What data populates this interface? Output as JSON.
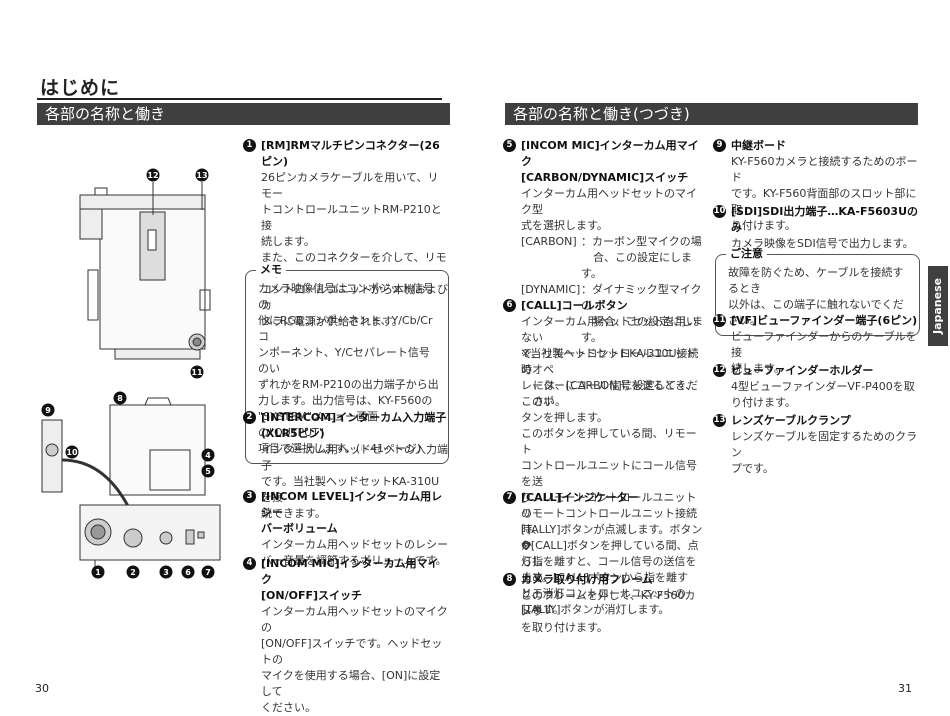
{
  "left": {
    "chapter_title": "はじめに",
    "section_title": "各部の名称と働き",
    "page_number": "30",
    "items": [
      {
        "num": "1",
        "title": "[RM]RMマルチピンコネクター(26ピン)",
        "body": [
          "26ピンカメラケーブルを用いて、リモー",
          "トコントロールユニットRM-P210と接",
          "続します。",
          "また、このコネクターを介して、リモート",
          "コントロールユニットから本機およびカ",
          "メラに電源が供給されます。"
        ]
      },
      {
        "num": "2",
        "title": "[INTERCOM]インターカム入力端子",
        "title2": "(XLR5ピン)",
        "body": [
          "インターカム用ヘッドセットの入力端子",
          "です。当社製ヘッドセットKA-310Uを接",
          "続できます。"
        ]
      },
      {
        "num": "3",
        "title": "[INCOM LEVEL]インターカム用レシー",
        "title2": "バーボリューム",
        "body": [
          "インターカム用ヘッドセットのレシー",
          "バー音量を調節するボリュームです。"
        ]
      },
      {
        "num": "4",
        "title": "[INCOM MIC]インターカム用マイク",
        "title2": "[ON/OFF]スイッチ",
        "body": [
          "インターカム用ヘッドセットのマイクの",
          "[ON/OFF]スイッチです。ヘッドセットの",
          "マイクを使用する場合、[ON]に設定して",
          "ください。"
        ]
      }
    ],
    "memo": {
      "title": "メモ",
      "lines": [
        "カメラ映像信号はコンポジット信号の",
        "他にRGBコンポーネント、Y/Cb/Crコ",
        "ンポーネント、Y/Cセパレート信号のい",
        "ずれかをRM-P210の出力端子から出",
        "力します。出力信号は、KY-F560の",
        "\"SYSTEM\"メニュー画面の\"OUTPUT\"",
        "項目で選択します。(☞41ページ)"
      ]
    },
    "diagram_labels": {
      "top": [
        "12",
        "13",
        "11"
      ],
      "bottom": [
        "9",
        "10",
        "8",
        "4",
        "5",
        "1",
        "2",
        "3",
        "6",
        "7"
      ]
    }
  },
  "right": {
    "section_title": "各部の名称と働き(つづき)",
    "page_number": "31",
    "side_tab": "Japanese",
    "col1": [
      {
        "num": "5",
        "title": "[INCOM MIC]インターカム用マイク",
        "title2": "[CARBON/DYNAMIC]スイッチ",
        "body": [
          "インターカム用ヘッドセットのマイク型",
          "式を選択します。"
        ],
        "options": [
          {
            "key": "[CARBON]",
            "lines": [
              "：カーボン型マイクの場",
              "合、この設定にします。"
            ]
          },
          {
            "key": "[DYNAMIC]",
            "lines": [
              "：ダイナミック型マイクの",
              "場合、この設定にします。"
            ]
          }
        ],
        "note": [
          "※当社製ヘッドセットKA-310U接続時",
          "には、[CARBON]に設定してください。"
        ]
      },
      {
        "num": "6",
        "title": "[CALL]コールボタン",
        "body": [
          "インターカム用ヘッドセットを用いない",
          "で、リモートコントロールユニットのオペ",
          "レーターにコール信号を送るとき、このボ",
          "タンを押します。",
          "このボタンを押している間、リモート",
          "コントロールユニットにコール信号を送",
          "り、リモートコントロールユニットの",
          "[TALLY]ボタンが点滅します。ボタンか",
          "ら指を離すと、コール信号の送信を止め、",
          "リモートコントロールユニットの",
          "[TALLY]ボタンが消灯します。"
        ]
      },
      {
        "num": "7",
        "title": "[CALL]インジケーター",
        "body": [
          "リモートコントロールユニット接続時、",
          "❻[CALL]ボタンを押している間、点灯し",
          "ます。[CALL]ボタンから指を離すと、消灯",
          "します。"
        ]
      },
      {
        "num": "8",
        "title": "カメラ取り付け用フレーム",
        "body": [
          "このフレームを外して、KY-F560カメラ",
          "を取り付けます。"
        ]
      }
    ],
    "col2": [
      {
        "num": "9",
        "title": "中継ボード",
        "body": [
          "KY-F560カメラと接続するためのボード",
          "です。KY-F560背面部のスロット部に取",
          "り付けます。"
        ]
      },
      {
        "num": "10",
        "title": "[SDI]SDI出力端子…KA-F5603Uのみ",
        "body": [
          "カメラ映像をSDI信号で出力します。"
        ]
      },
      {
        "num": "11",
        "title": "[VF]ビューファインダー端子(6ピン)",
        "body": [
          "ビューファインダーからのケーブルを接",
          "続します。"
        ]
      },
      {
        "num": "12",
        "title": "ビューファインダーホルダー",
        "body": [
          "4型ビューファインダーVF-P400を取",
          "り付けます。"
        ]
      },
      {
        "num": "13",
        "title": "レンズケーブルクランプ",
        "body": [
          "レンズケーブルを固定するためのクラン",
          "プです。"
        ]
      }
    ],
    "caution": {
      "title": "ご注意",
      "lines": [
        "故障を防ぐため、ケーブルを接続するとき",
        "以外は、この端子に触れないでください。"
      ]
    }
  }
}
